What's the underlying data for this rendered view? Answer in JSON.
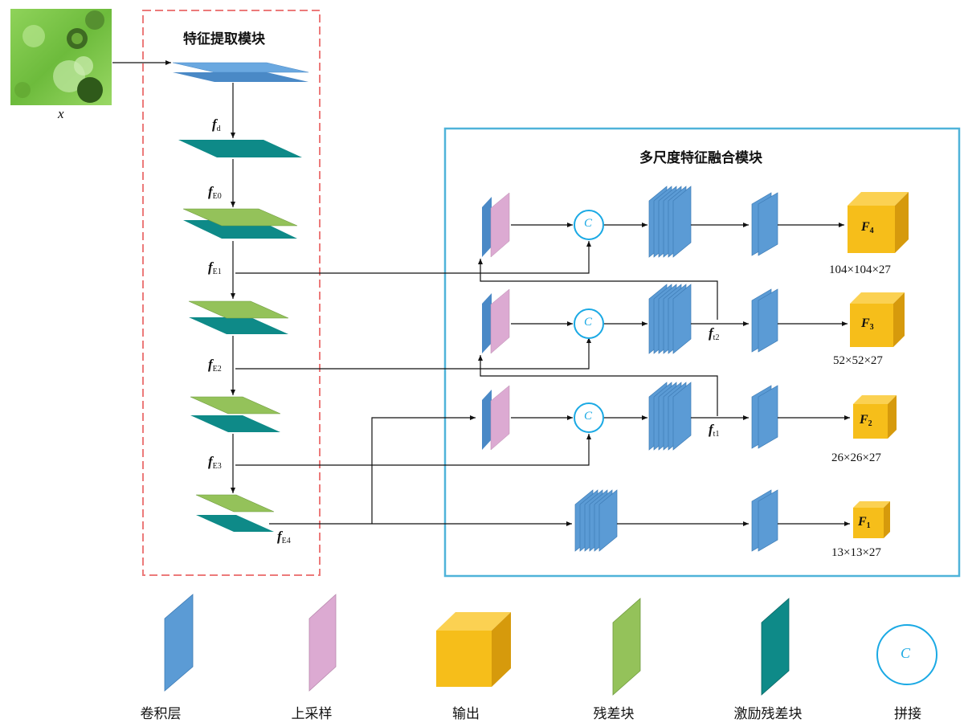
{
  "input": {
    "label": "x"
  },
  "extraction_module": {
    "title": "特征提取模块"
  },
  "fusion_module": {
    "title": "多尺度特征融合模块"
  },
  "features": {
    "fd": {
      "main": "f",
      "sub": "d"
    },
    "fE0": {
      "main": "f",
      "sub": "E0"
    },
    "fE1": {
      "main": "f",
      "sub": "E1"
    },
    "fE2": {
      "main": "f",
      "sub": "E2"
    },
    "fE3": {
      "main": "f",
      "sub": "E3"
    },
    "fE4": {
      "main": "f",
      "sub": "E4"
    },
    "ft2": {
      "main": "f",
      "sub": "t2"
    },
    "ft1": {
      "main": "f",
      "sub": "t1"
    }
  },
  "outputs": [
    {
      "main": "F",
      "sub": "4",
      "dims": "104×104×27"
    },
    {
      "main": "F",
      "sub": "3",
      "dims": "52×52×27"
    },
    {
      "main": "F",
      "sub": "2",
      "dims": "26×26×27"
    },
    {
      "main": "F",
      "sub": "1",
      "dims": "13×13×27"
    }
  ],
  "concat_symbol": "C",
  "legend": [
    {
      "label": "卷积层",
      "icon": "conv-layer"
    },
    {
      "label": "上采样",
      "icon": "upsample-layer"
    },
    {
      "label": "输出",
      "icon": "output-cube"
    },
    {
      "label": "残差块",
      "icon": "residual-block"
    },
    {
      "label": "激励残差块",
      "icon": "excitation-residual-block"
    },
    {
      "label": "拼接",
      "icon": "concat-circle"
    }
  ],
  "colors": {
    "conv": "#5b9bd5",
    "conv_dark": "#3d7bb5",
    "upsample": "#dcaad2",
    "output_front": "#f6be1a",
    "output_top": "#fbd152",
    "output_side": "#d69a0c",
    "residual": "#94c25a",
    "residual_dark": "#6f9a3e",
    "excitation": "#0e8a88",
    "excitation_dark": "#0a6664",
    "concat": "#1aa9e4",
    "extraction_border": "#ec7a7a",
    "fusion_border": "#4fb3d9"
  }
}
